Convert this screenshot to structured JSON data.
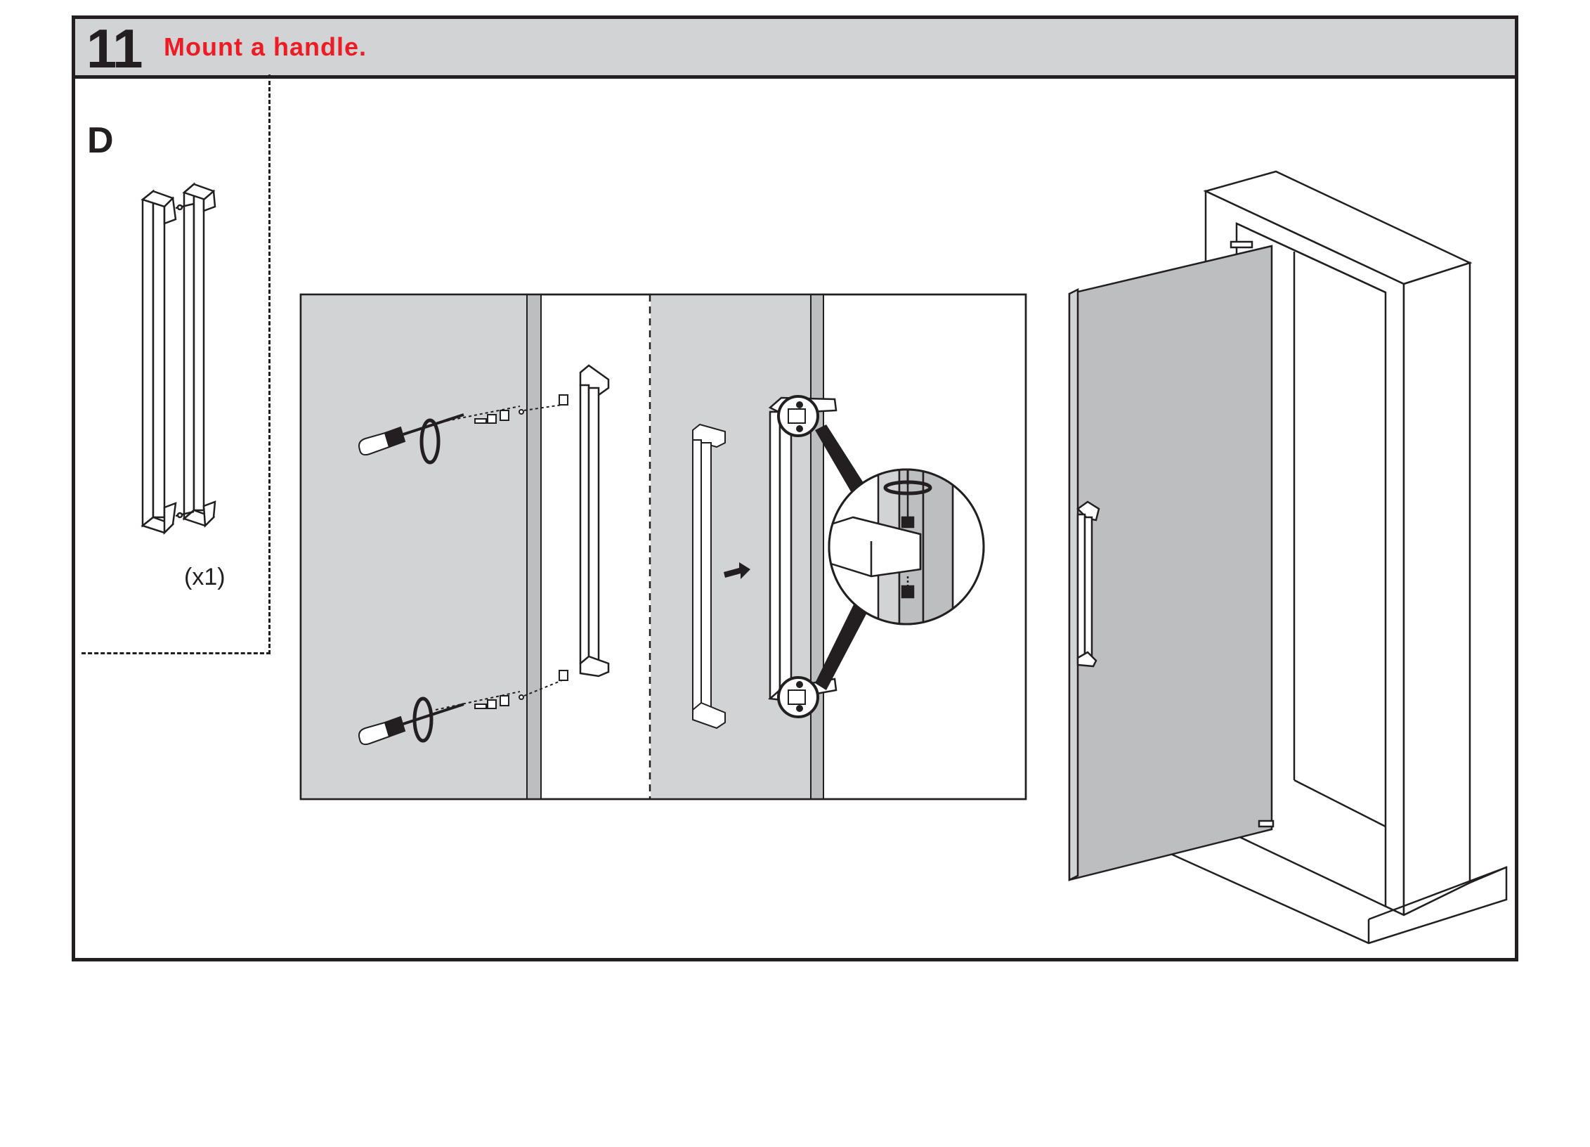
{
  "step": {
    "number": "11",
    "title": "Mount a handle."
  },
  "part": {
    "letter": "D",
    "quantity": "(x1)"
  },
  "icons": [
    "handle-part-icon",
    "screwdriver-icon",
    "rotate-arrow-icon",
    "hex-key-icon",
    "push-arrow-icon",
    "door-frame-icon"
  ],
  "colors": {
    "header_bg": "#d1d3d4",
    "title_red": "#ed1c24",
    "door_gray": "#bcbec0",
    "panel_gray": "#d1d3d4",
    "line": "#231f20"
  }
}
